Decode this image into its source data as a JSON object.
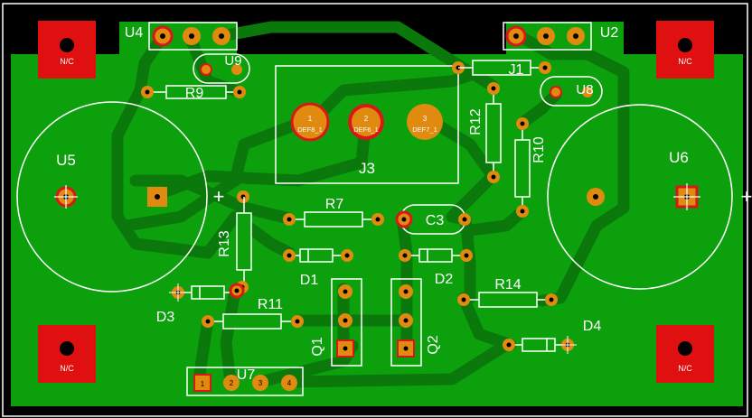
{
  "board": {
    "mounting_label": "N/C",
    "plus_sign": "+",
    "colors": {
      "background": "#000000",
      "copper": "#0da00d",
      "trace": "#0b780b",
      "outline": "#ffffff",
      "pad": "#e08a10",
      "pad_ring": "#d81818",
      "mount_pad": "#e01010"
    }
  },
  "components": {
    "U4": "U4",
    "U2": "U2",
    "U9": "U9",
    "U8": "U8",
    "U5": "U5",
    "U6": "U6",
    "U7": "U7",
    "R9": "R9",
    "R7": "R7",
    "R10": "R10",
    "R11": "R11",
    "R12": "R12",
    "R13": "R13",
    "R14": "R14",
    "J1": "J1",
    "J3": "J3",
    "C3": "C3",
    "D1": "D1",
    "D2": "D2",
    "D3": "D3",
    "D4": "D4",
    "Q1": "Q1",
    "Q2": "Q2"
  },
  "pad_labels": {
    "j3_pin1_num": "1",
    "j3_pin1_net": "DEF8_1",
    "j3_pin2_num": "2",
    "j3_pin2_net": "DEF6_1",
    "j3_pin3_num": "3",
    "j3_pin3_net": "DEF7_1",
    "pin1": "1",
    "pin2": "2",
    "pin3": "3",
    "pin4": "4"
  }
}
